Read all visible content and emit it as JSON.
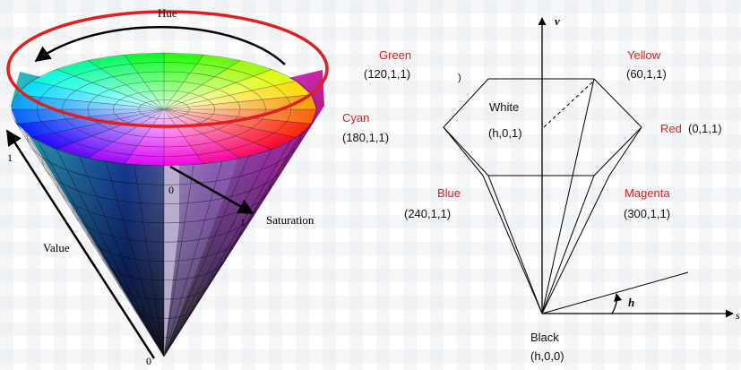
{
  "cone": {
    "hue_label": "Hue",
    "saturation_label": "Saturation",
    "value_label": "Value",
    "tick_one_left": "1",
    "tick_zero_bottom": "0",
    "tick_zero_center": "0",
    "tick_one_radius": "1",
    "highlight_color": "#e02020"
  },
  "hexcone": {
    "axis_v_label": "v",
    "axis_s_label": "s",
    "axis_h_label": "h",
    "vertices": {
      "green": {
        "name": "Green",
        "coords": "(120,1,1)"
      },
      "yellow": {
        "name": "Yellow",
        "coords": "(60,1,1)"
      },
      "cyan": {
        "name": "Cyan",
        "coords": "(180,1,1)"
      },
      "red": {
        "name": "Red",
        "coords": "(0,1,1)"
      },
      "blue": {
        "name": "Blue",
        "coords": "(240,1,1)"
      },
      "magenta": {
        "name": "Magenta",
        "coords": "(300,1,1)"
      },
      "white": {
        "name": "White",
        "coords": "(h,0,1)"
      },
      "black": {
        "name": "Black",
        "coords": "(h,0,0)"
      }
    },
    "name_color": "#e02020",
    "text_color": "#111111"
  }
}
